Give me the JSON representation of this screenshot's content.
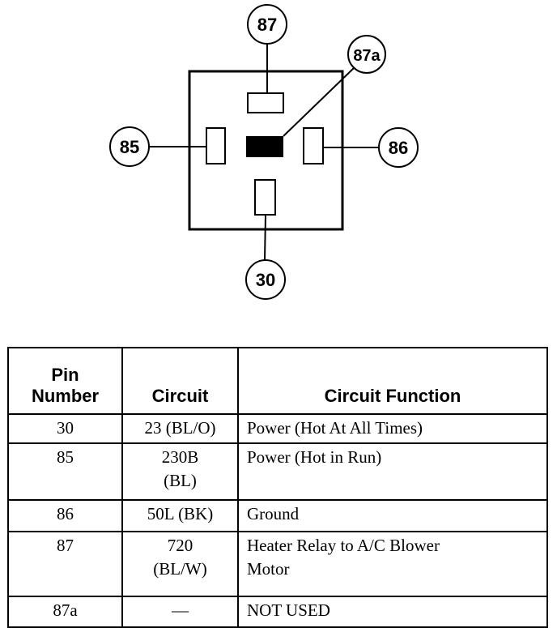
{
  "diagram": {
    "pins": {
      "p87": "87",
      "p87a": "87a",
      "p85": "85",
      "p86": "86",
      "p30": "30"
    }
  },
  "table": {
    "headers": {
      "pin_line1": "Pin",
      "pin_line2": "Number",
      "circuit": "Circuit",
      "function": "Circuit Function"
    },
    "rows": [
      {
        "pin": "30",
        "circuit_line1": "23 (BL/O)",
        "circuit_line2": "",
        "function_line1": "Power (Hot At All Times)",
        "function_line2": ""
      },
      {
        "pin": "85",
        "circuit_line1": "230B",
        "circuit_line2": "(BL)",
        "function_line1": "Power (Hot in Run)",
        "function_line2": ""
      },
      {
        "pin": "86",
        "circuit_line1": "50L (BK)",
        "circuit_line2": "",
        "function_line1": "Ground",
        "function_line2": ""
      },
      {
        "pin": "87",
        "circuit_line1": "720",
        "circuit_line2": "(BL/W)",
        "function_line1": "Heater Relay to A/C Blower",
        "function_line2": "Motor"
      },
      {
        "pin": "87a",
        "circuit_line1": "—",
        "circuit_line2": "",
        "function_line1": "NOT USED",
        "function_line2": ""
      }
    ]
  }
}
